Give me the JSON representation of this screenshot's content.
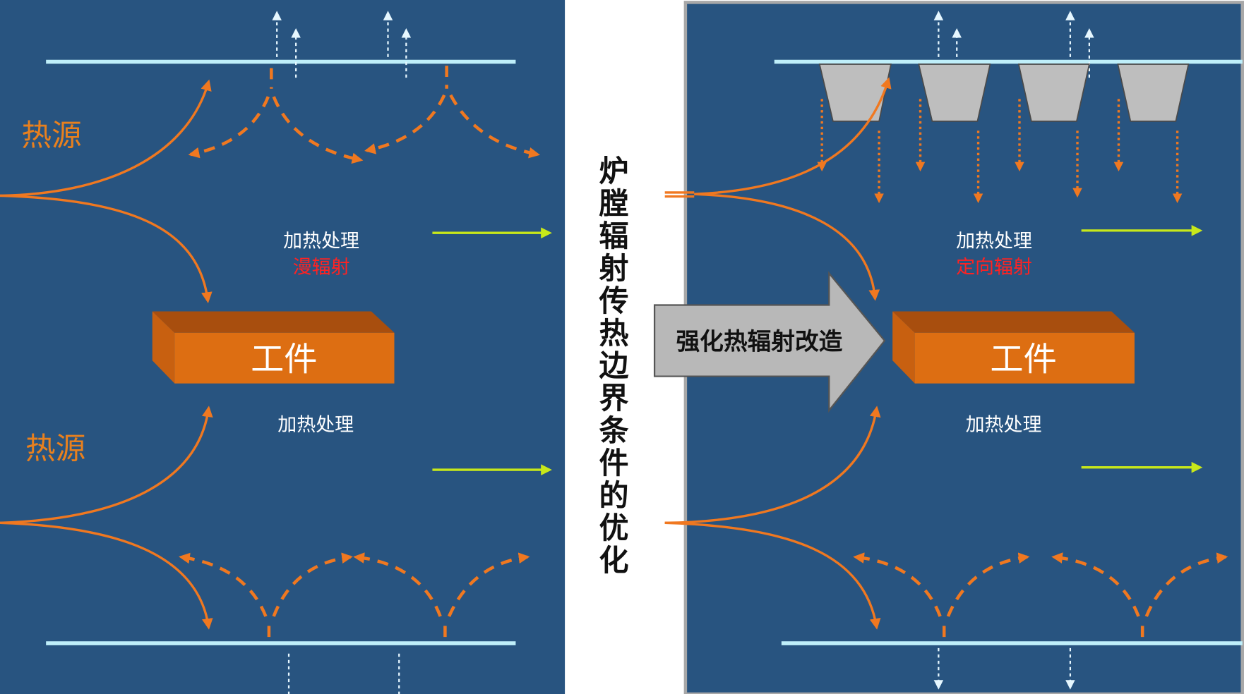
{
  "title_vertical": "炉膛辐射传热边界条件的优化",
  "left_panel": {
    "heat_source_top": "热源",
    "heat_source_bottom": "热源",
    "heating_top": "加热处理",
    "radiation_type": "漫辐射",
    "workpiece": "工件",
    "heating_bottom": "加热处理"
  },
  "right_panel": {
    "heating_top": "加热处理",
    "radiation_type": "定向辐射",
    "workpiece": "工件",
    "heating_bottom": "加热处理"
  },
  "transform_arrow": {
    "label": "强化热辐射改造"
  },
  "colors": {
    "panel_background": "#285480",
    "heat_flow_orange": "#f07820",
    "radiation_label_red": "#ff2222",
    "flow_arrow_yellow_green": "#c8e81a",
    "rail_light_cyan": "#bfeffa",
    "workpiece_front": "#dd6e12",
    "reflector_gray": "#bebebe"
  }
}
